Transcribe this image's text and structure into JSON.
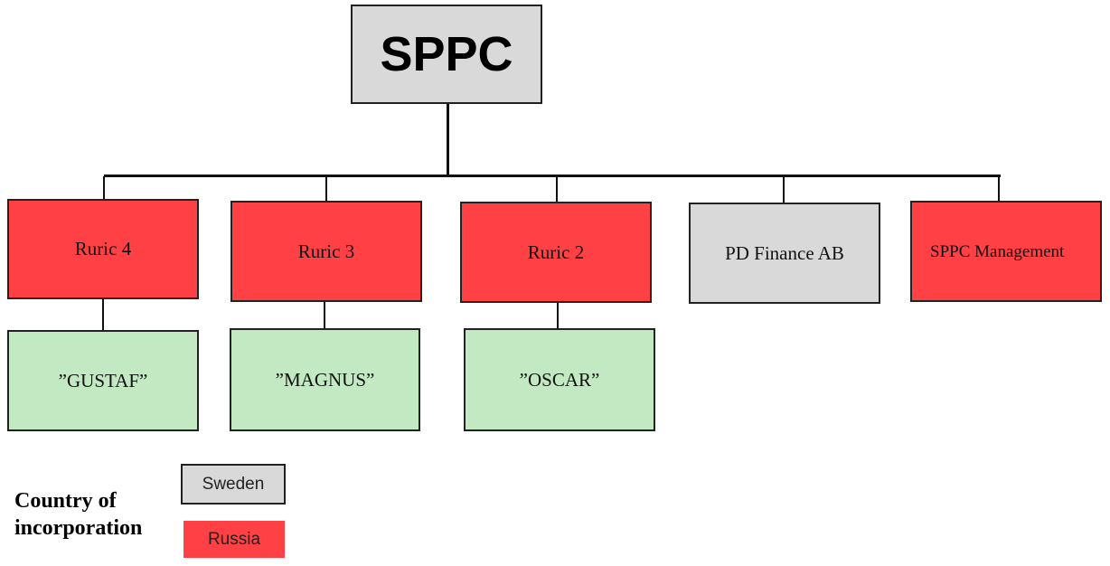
{
  "colors": {
    "sweden": "#d9d9d9",
    "russia": "#ff4044",
    "vessel": "#c3e9c3"
  },
  "root": {
    "label": "SPPC"
  },
  "subsidiaries": [
    {
      "label": "Ruric 4",
      "country": "Russia"
    },
    {
      "label": "Ruric 3",
      "country": "Russia"
    },
    {
      "label": "Ruric 2",
      "country": "Russia"
    },
    {
      "label": "PD Finance AB",
      "country": "Sweden"
    },
    {
      "label": "SPPC Management",
      "country": "Russia"
    }
  ],
  "vessels": [
    {
      "label": "”GUSTAF”",
      "owner": "Ruric 4"
    },
    {
      "label": "”MAGNUS”",
      "owner": "Ruric 3"
    },
    {
      "label": "”OSCAR”",
      "owner": "Ruric 2"
    }
  ],
  "legend": {
    "title": "Country of incorporation",
    "items": [
      {
        "label": "Sweden",
        "color": "#d9d9d9"
      },
      {
        "label": "Russia",
        "color": "#ff4044"
      }
    ]
  }
}
